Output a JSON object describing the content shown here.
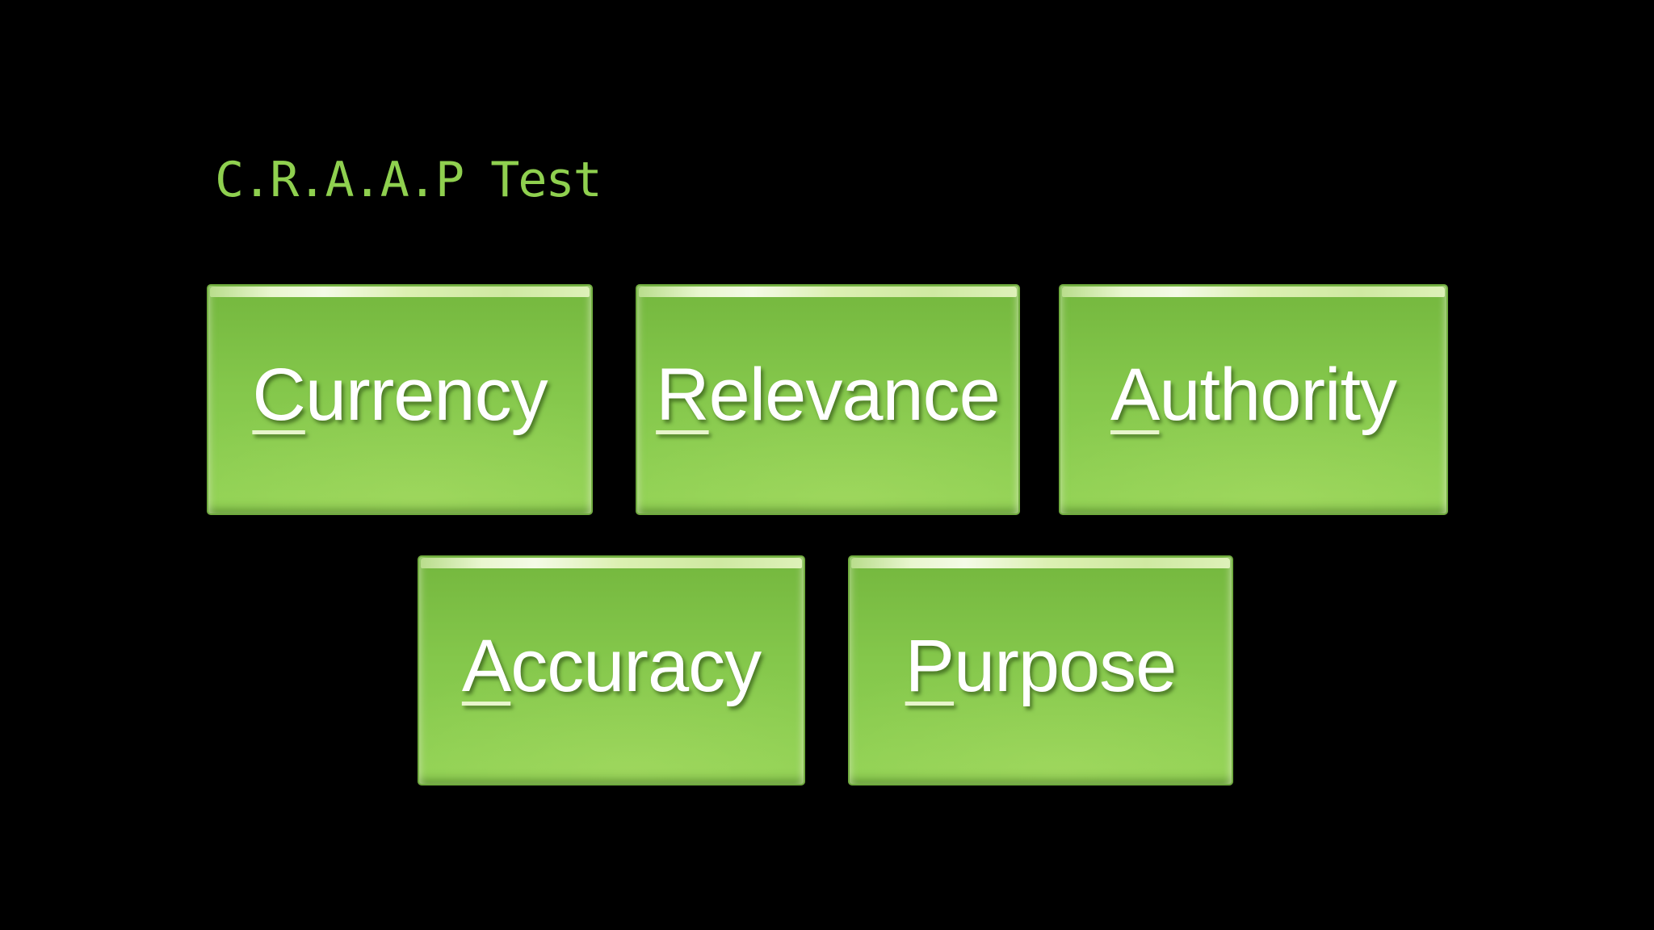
{
  "slide": {
    "title": "C.R.A.A.P Test"
  },
  "colors": {
    "background": "#000000",
    "title_text": "#8fd04f",
    "box_body_top": "#74b73e",
    "box_body_mid": "#84c74b",
    "box_body_bottom": "#92d355",
    "box_top_highlight": "#f4fae6",
    "box_rim": "#6eaa3c",
    "label_text": "#ffffff",
    "label_underline": "#e8f5cc",
    "label_shadow": "#1e3c0a"
  },
  "boxes": [
    {
      "id": "currency",
      "label": "Currency",
      "first_letter": "C",
      "rest": "urrency"
    },
    {
      "id": "relevance",
      "label": "Relevance",
      "first_letter": "R",
      "rest": "elevance"
    },
    {
      "id": "authority",
      "label": "Authority",
      "first_letter": "A",
      "rest": "uthority"
    },
    {
      "id": "accuracy",
      "label": "Accuracy",
      "first_letter": "A",
      "rest": "ccuracy"
    },
    {
      "id": "purpose",
      "label": "Purpose",
      "first_letter": "P",
      "rest": "urpose"
    }
  ]
}
